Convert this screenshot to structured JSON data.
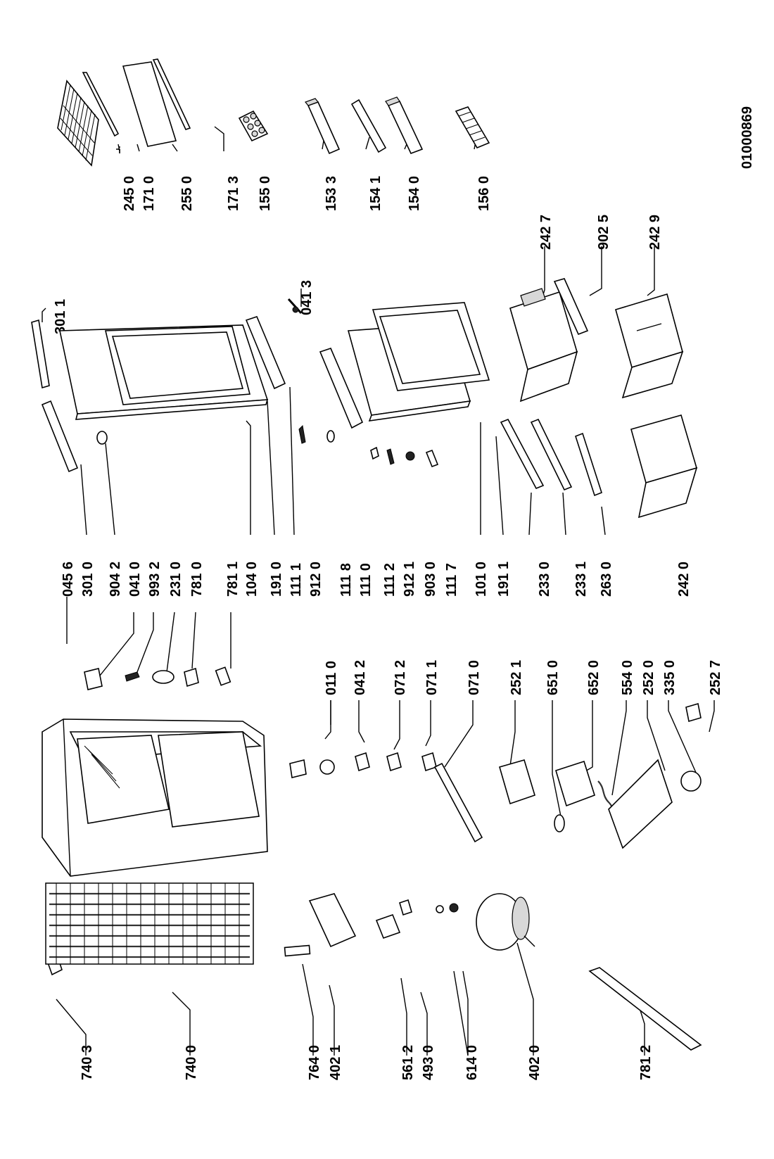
{
  "drawing_number": "01000869",
  "labels": {
    "r_0456": "045 6",
    "r_3010": "301 0",
    "r_9042": "904 2",
    "r_0410": "041 0",
    "r_9932": "993 2",
    "r_2310": "231 0",
    "r_7810": "781 0",
    "r_7811": "781 1",
    "r_1040": "104 0",
    "r_1910": "191 0",
    "r_1111": "111 1",
    "r_9120": "912 0",
    "r_1118": "111 8",
    "r_1110": "111 0",
    "r_1112": "111 2",
    "r_9121": "912 1",
    "r_9030": "903 0",
    "r_1117": "111 7",
    "r_1010": "101 0",
    "r_1911": "191 1",
    "r_2330": "233 0",
    "r_2331": "233 1",
    "r_2630": "263 0",
    "r_2420": "242 0",
    "r_0110": "011 0",
    "r_0412": "041 2",
    "r_0712": "071 2",
    "r_0711": "071 1",
    "r_0710": "071 0",
    "r_2521": "252 1",
    "r_6510": "651 0",
    "r_6520": "652 0",
    "r_5540": "554 0",
    "r_2520": "252 0",
    "r_3350": "335 0",
    "r_2527": "252 7",
    "r_7403": "740 3",
    "r_7400": "740 0",
    "r_7640": "764 0",
    "r_4021": "402 1",
    "r_5612": "561 2",
    "r_4930": "493 0",
    "r_6140": "614 0",
    "r_4020": "402 0",
    "r_7812": "781 2",
    "r_2450": "245 0",
    "r_1710": "171 0",
    "r_2550": "255 0",
    "r_1713": "171 3",
    "r_1550": "155 0",
    "r_1533": "153 3",
    "r_1541": "154 1",
    "r_1540": "154 0",
    "r_1560": "156 0",
    "r_2427": "242 7",
    "r_9025": "902 5",
    "r_2429": "242 9",
    "r_3011": "301 1",
    "r_0413": "041 3"
  }
}
